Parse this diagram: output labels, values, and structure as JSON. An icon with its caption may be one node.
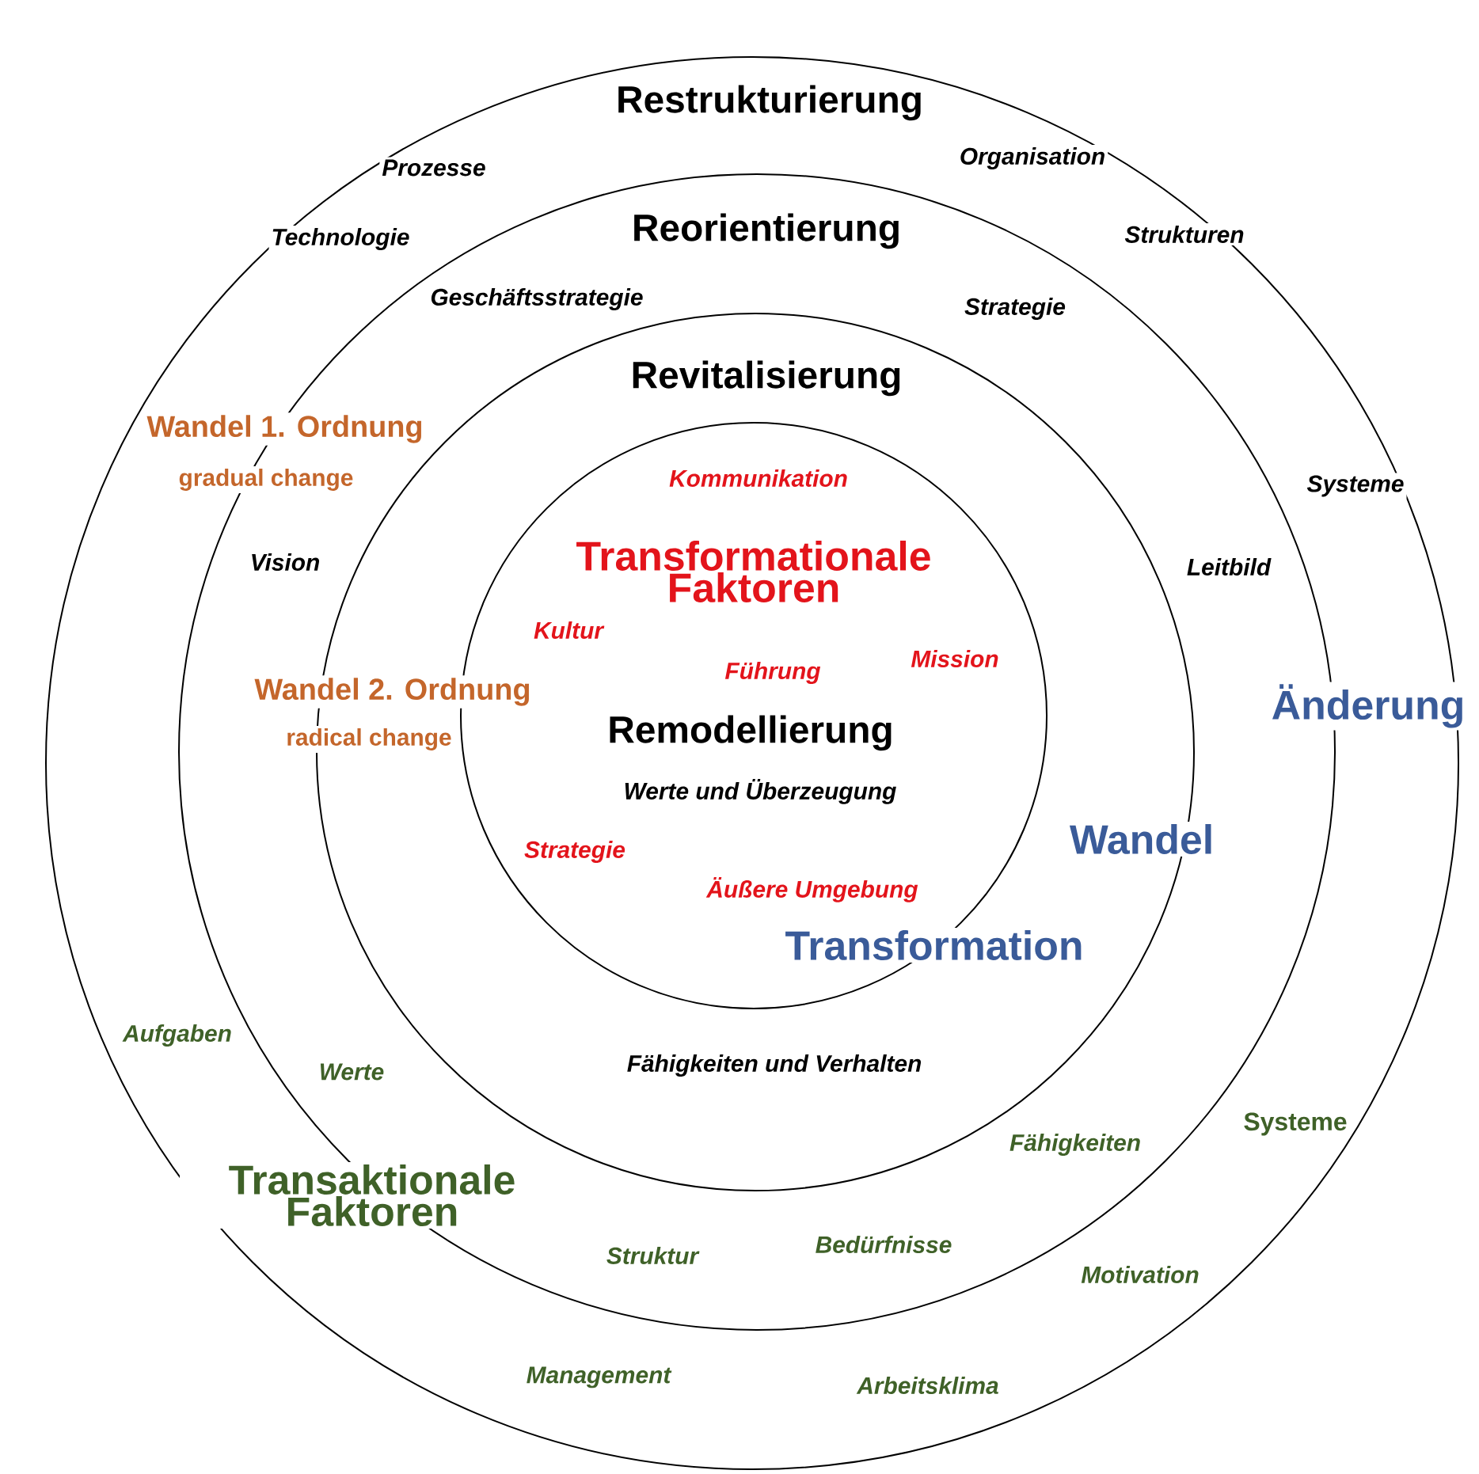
{
  "diagram": {
    "nodes": [
      {
        "text": [
          "Restrukturierung",
          "Prozesse",
          "Organisation",
          "Technologie",
          "Strukturen",
          "Systeme",
          "Aufgaben",
          "Systeme",
          "Motivation",
          "Management",
          "Arbeitsklima"
        ]
      },
      {
        "text": [
          "Reorientierung",
          "Geschäftsstrategie",
          "Strategie",
          "Vision",
          "Leitbild",
          "Werte",
          "Fähigkeiten",
          "Struktur",
          "Bedürfnisse"
        ],
        "in": 0
      },
      {
        "text": [
          "Revitalisierung",
          "Fähigkeiten und Verhalten"
        ],
        "in": 1
      },
      {
        "text": [
          "Kommunikation",
          "Transformationale Faktoren",
          "Kultur",
          "Mission",
          "Führung",
          "Remodellierung",
          "Werte und Überzeugung",
          "Strategie",
          "Äußere Umgebung"
        ],
        "in": 2
      }
    ],
    "labels": [
      "Wandel 1. Ordnung",
      "gradual change",
      "Wandel 2. Ordnung",
      "radical change",
      "Änderung",
      "Wandel",
      "Transformation",
      "Transaktionale Faktoren"
    ]
  }
}
